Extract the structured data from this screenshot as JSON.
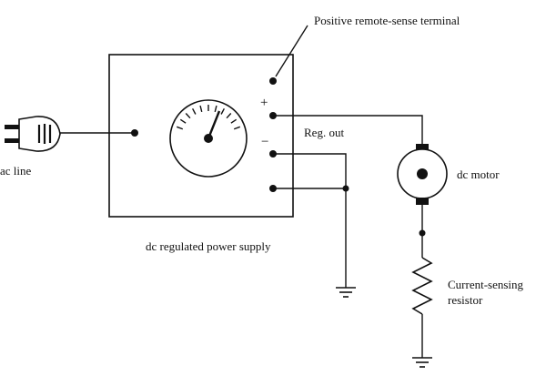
{
  "labels": {
    "positive_sense": "Positive remote-sense terminal",
    "plus_sign": "+",
    "minus_sign": "−",
    "reg_out": "Reg. out",
    "ac_line": "ac line",
    "power_supply": "dc regulated power supply",
    "motor": "dc motor",
    "resistor_line1": "Current-sensing",
    "resistor_line2": "resistor"
  },
  "icons": {
    "plug": "ac-plug-icon",
    "meter": "meter-gauge-icon",
    "motor": "dc-motor-icon",
    "resistor": "zigzag-resistor-icon",
    "ground": "ground-symbol-icon"
  }
}
